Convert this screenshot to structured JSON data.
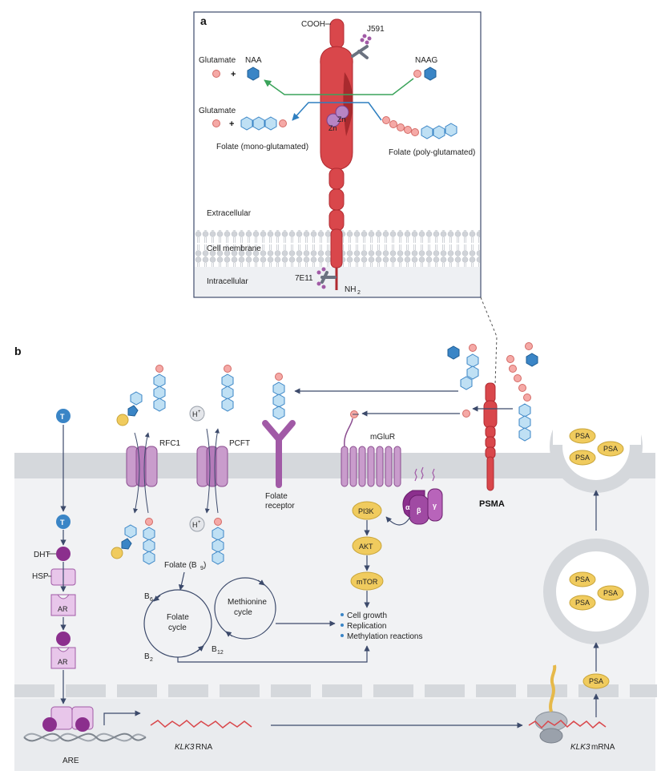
{
  "panel_a": {
    "label": "a",
    "cooh": "COOH",
    "j591": "J591",
    "glutamate_1": "Glutamate",
    "naa": "NAA",
    "naag": "NAAG",
    "glutamate_2": "Glutamate",
    "folate_mono": "Folate (mono-glutamated)",
    "folate_poly": "Folate (poly-glutamated)",
    "zn": "Zn",
    "extracellular": "Extracellular",
    "cell_membrane": "Cell membrane",
    "intracellular": "Intracellular",
    "ab_7e11": "7E11",
    "nh2": "NH",
    "nh2_sub": "2"
  },
  "panel_b": {
    "label": "b",
    "t": "T",
    "dht": "DHT",
    "hsp": "HSP",
    "ar": "AR",
    "are": "ARE",
    "klk3_rna_gene": "KLK3",
    "klk3_rna_suffix": " RNA",
    "klk3_mrna_gene": "KLK3",
    "klk3_mrna_suffix": " mRNA",
    "rfc1": "RFC1",
    "pcft": "PCFT",
    "h_plus": "H",
    "h_sup": "+",
    "folate_receptor_1": "Folate",
    "folate_receptor_2": "receptor",
    "mglur": "mGluR",
    "alpha": "α",
    "beta": "β",
    "gamma": "γ",
    "psma": "PSMA",
    "pi3k": "PI3K",
    "akt": "AKT",
    "mtor": "mTOR",
    "folate_b9": "Folate (B",
    "folate_b9_sub": "9",
    "b6": "B",
    "b6_sub": "6",
    "b2": "B",
    "b2_sub": "2",
    "b12": "B",
    "b12_sub": "12",
    "folate_cycle_1": "Folate",
    "folate_cycle_2": "cycle",
    "methionine_cycle_1": "Methionine",
    "methionine_cycle_2": "cycle",
    "outcomes": [
      "Cell growth",
      "Replication",
      "Methylation reactions"
    ],
    "psa": "PSA"
  },
  "colors": {
    "psma_red": "#d9474b",
    "psma_dark": "#b02a30",
    "purple": "#a15aa6",
    "purple_light": "#c99ccc",
    "blue_hex": "#3a85c6",
    "light_hex": "#bfe0f4",
    "pink_ball": "#f5a9a6",
    "yellow": "#f0cb5e",
    "membrane_gray": "#d5d8dc",
    "green_arrow": "#3aa35a",
    "blue_arrow": "#2e7fc0"
  }
}
